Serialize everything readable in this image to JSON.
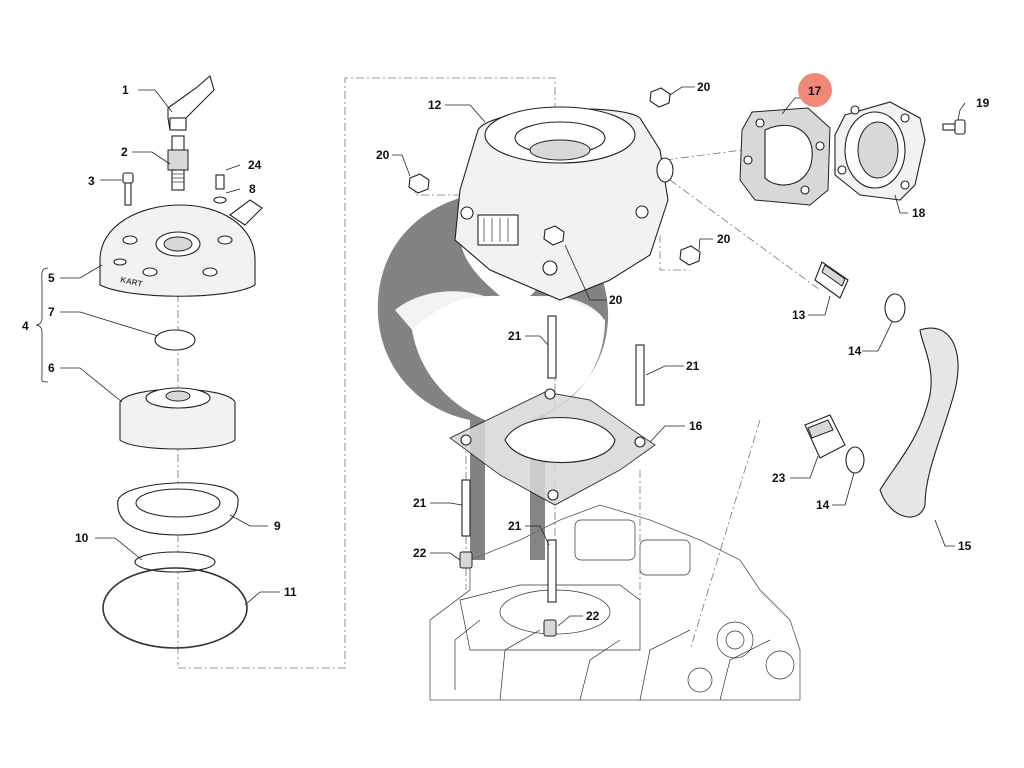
{
  "diagram": {
    "callouts": [
      {
        "id": "c1",
        "label": "1"
      },
      {
        "id": "c2",
        "label": "2"
      },
      {
        "id": "c3",
        "label": "3"
      },
      {
        "id": "c4",
        "label": "4"
      },
      {
        "id": "c5",
        "label": "5"
      },
      {
        "id": "c6",
        "label": "6"
      },
      {
        "id": "c7",
        "label": "7"
      },
      {
        "id": "c8",
        "label": "8"
      },
      {
        "id": "c9",
        "label": "9"
      },
      {
        "id": "c10",
        "label": "10"
      },
      {
        "id": "c11",
        "label": "11"
      },
      {
        "id": "c12",
        "label": "12"
      },
      {
        "id": "c13",
        "label": "13"
      },
      {
        "id": "c14a",
        "label": "14"
      },
      {
        "id": "c14b",
        "label": "14"
      },
      {
        "id": "c15",
        "label": "15"
      },
      {
        "id": "c16",
        "label": "16"
      },
      {
        "id": "c17",
        "label": "17",
        "highlighted": true
      },
      {
        "id": "c18",
        "label": "18"
      },
      {
        "id": "c19",
        "label": "19"
      },
      {
        "id": "c20a",
        "label": "20"
      },
      {
        "id": "c20b",
        "label": "20"
      },
      {
        "id": "c20c",
        "label": "20"
      },
      {
        "id": "c20d",
        "label": "20"
      },
      {
        "id": "c21a",
        "label": "21"
      },
      {
        "id": "c21b",
        "label": "21"
      },
      {
        "id": "c21c",
        "label": "21"
      },
      {
        "id": "c21d",
        "label": "21"
      },
      {
        "id": "c22a",
        "label": "22"
      },
      {
        "id": "c22b",
        "label": "22"
      },
      {
        "id": "c23",
        "label": "23"
      },
      {
        "id": "c24",
        "label": "24"
      }
    ],
    "head_text": "KART",
    "highlight_color": "#f08878",
    "watermark_color": "#6e6e6e"
  }
}
